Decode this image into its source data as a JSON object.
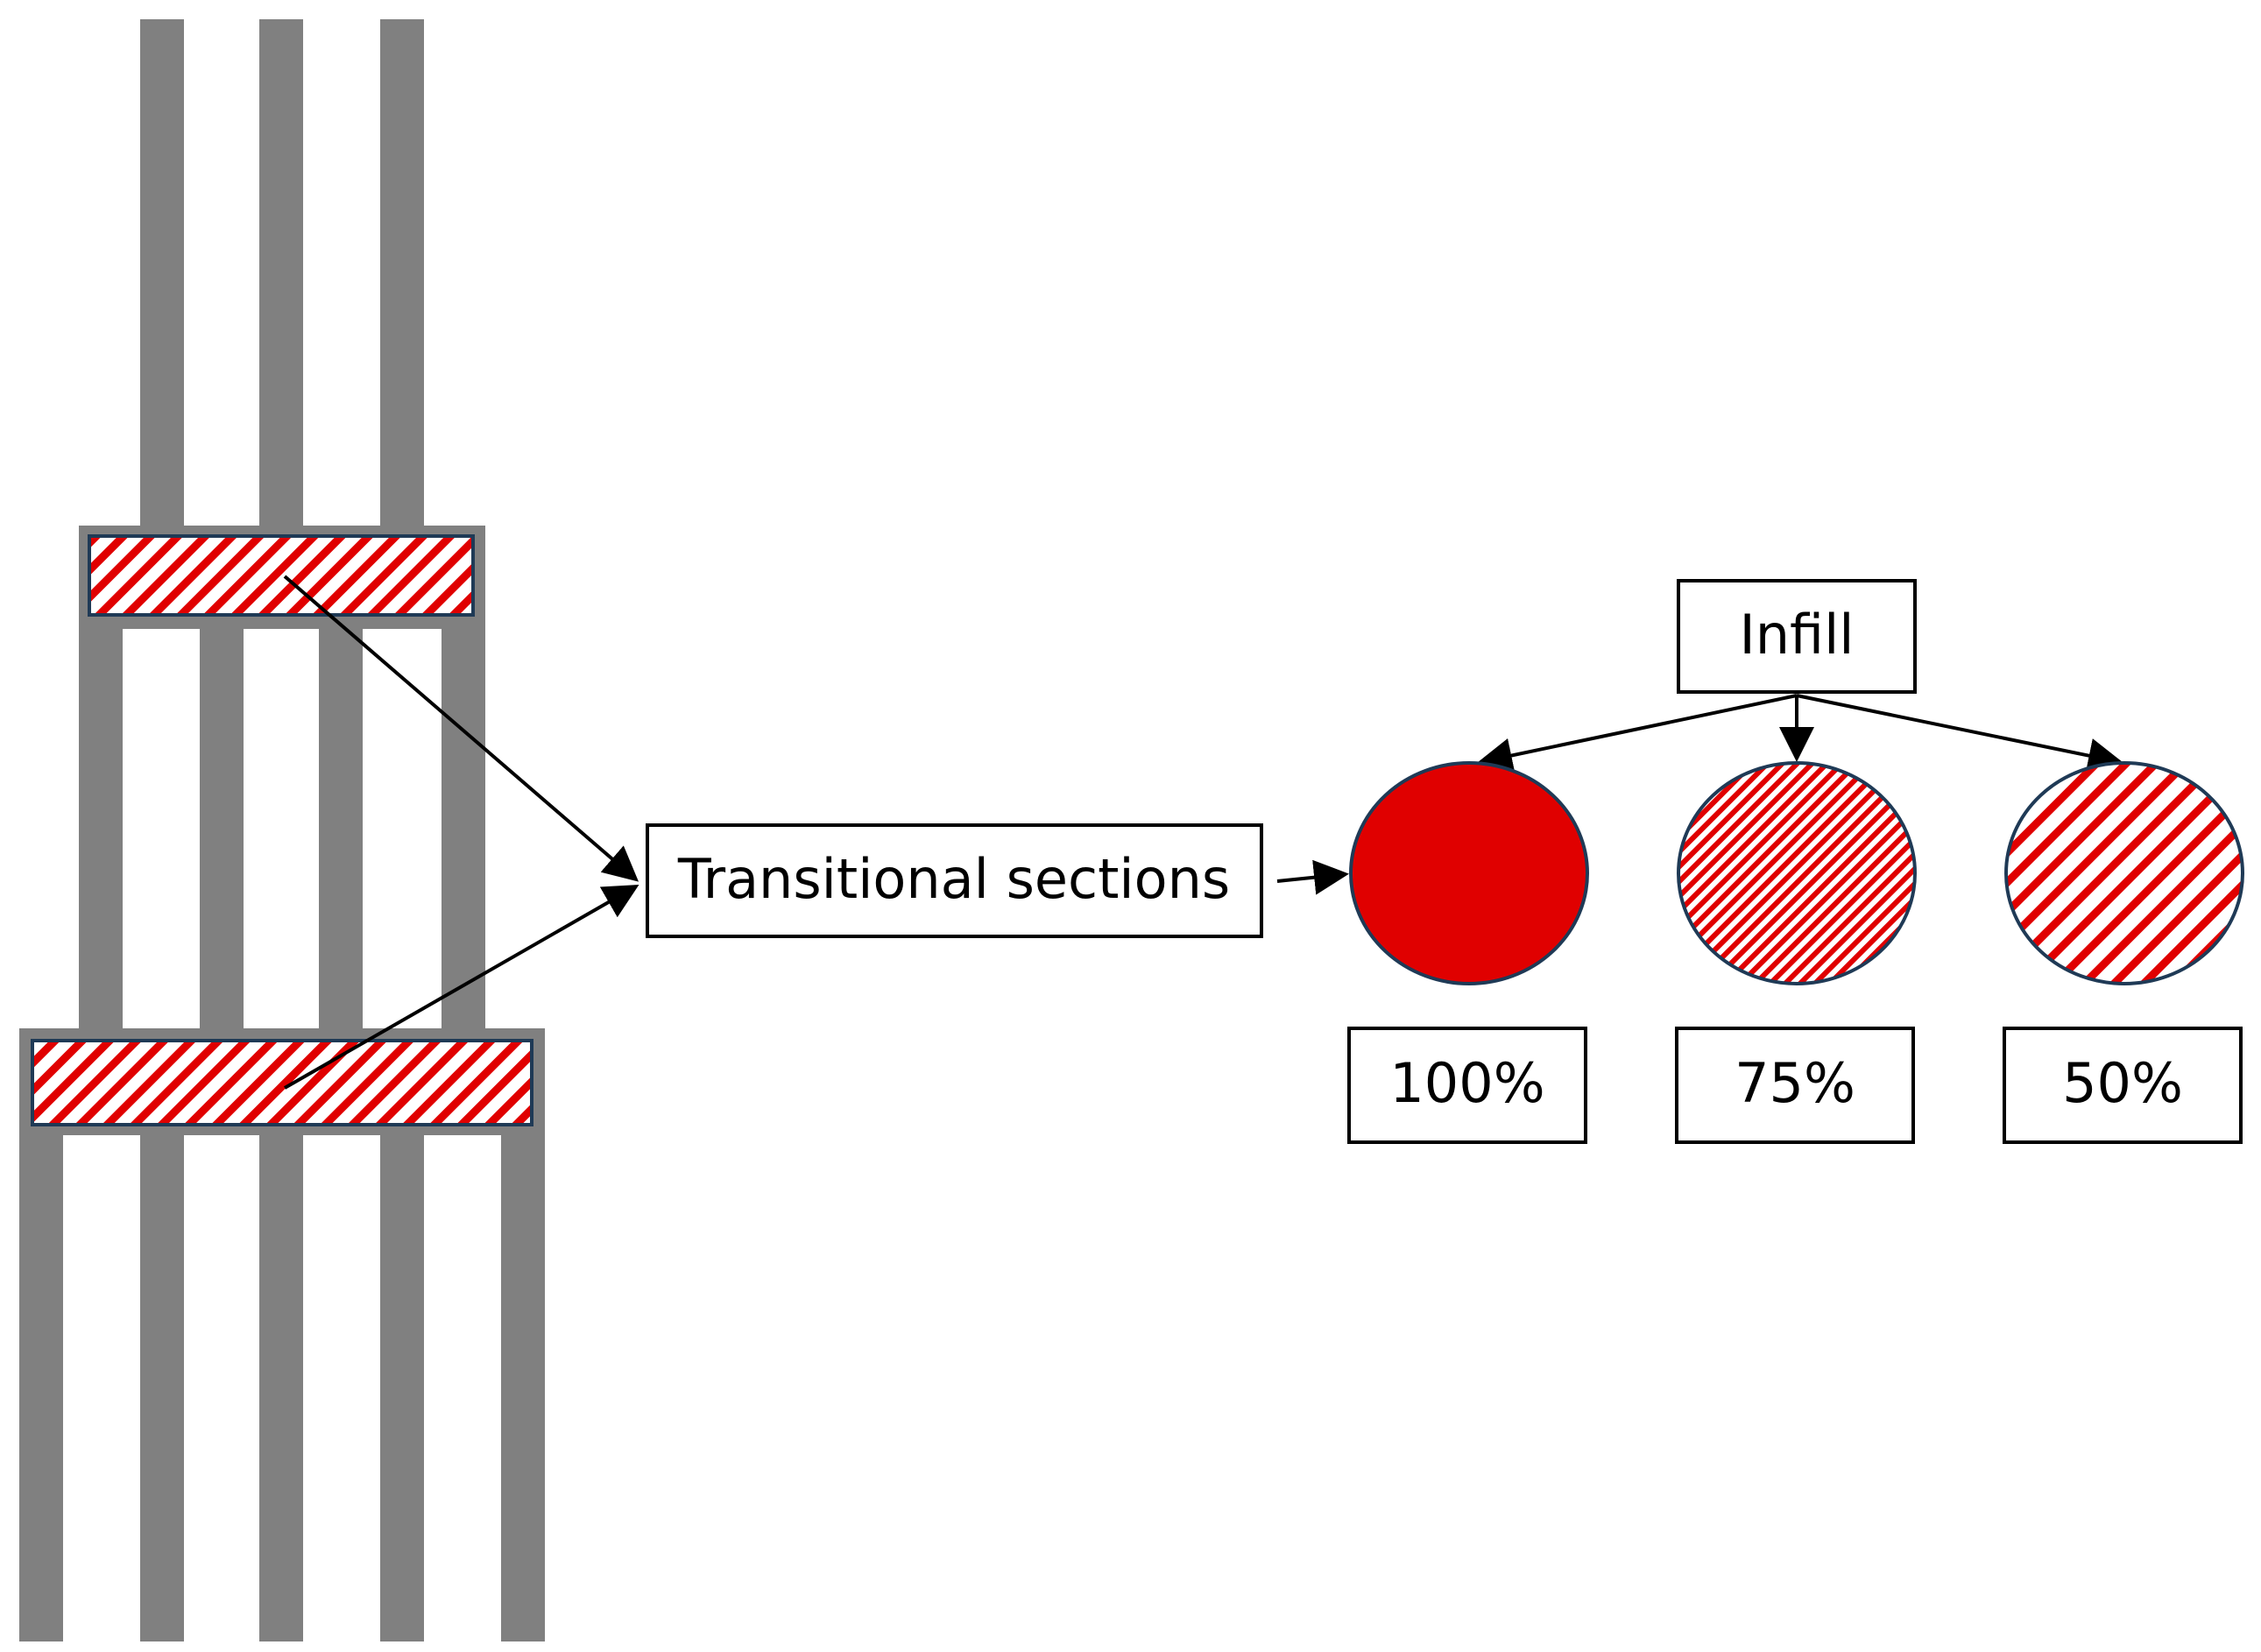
{
  "labels": {
    "transitional": "Transitional sections",
    "infill": "Infill"
  },
  "infill_levels": [
    {
      "label": "100%",
      "fraction": 1.0
    },
    {
      "label": "75%",
      "fraction": 0.75
    },
    {
      "label": "50%",
      "fraction": 0.5
    }
  ],
  "colors": {
    "strut": "#808080",
    "fill_red": "#e00000",
    "outline": "#1f3a56",
    "box_border": "#000000",
    "arrow": "#000000"
  }
}
